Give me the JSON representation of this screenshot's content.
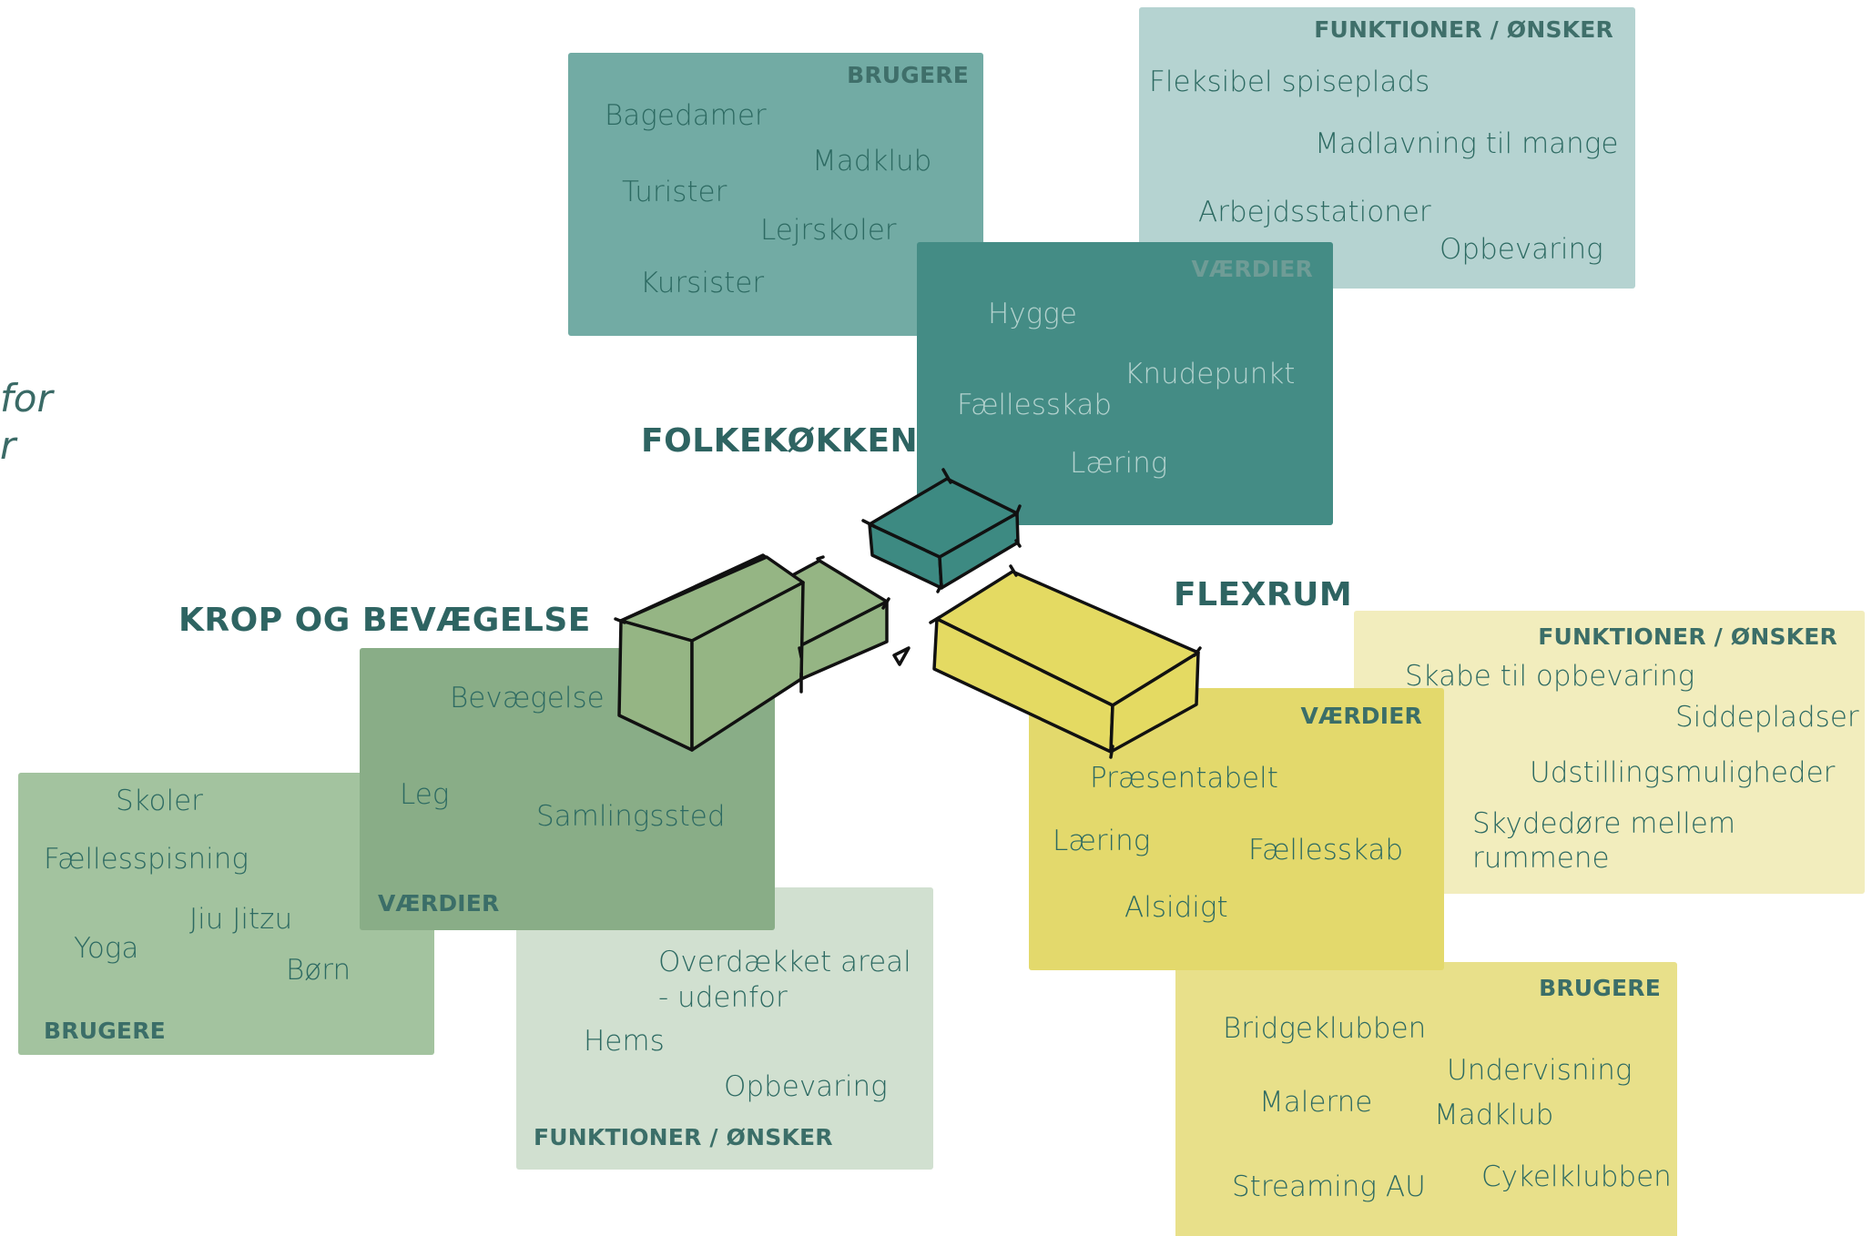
{
  "edge_text": [
    "for",
    "r"
  ],
  "groups": {
    "folkekokken": {
      "title": "FOLKEKØKKEN",
      "brugere": {
        "header": "BRUGERE",
        "color": "#72aba4",
        "items": [
          "Bagedamer",
          "Madklub",
          "Turister",
          "Lejrskoler",
          "Kursister"
        ]
      },
      "funktioner": {
        "header": "FUNKTIONER / ØNSKER",
        "color": "#b5d3d1",
        "items": [
          "Fleksibel spiseplads",
          "Madlavning til mange",
          "Arbejdsstationer",
          "Opbevaring"
        ]
      },
      "vaerdier": {
        "header": "VÆRDIER",
        "color": "#448c85",
        "items": [
          "Hygge",
          "Knudepunkt",
          "Fællesskab",
          "Læring"
        ]
      }
    },
    "krop": {
      "title": "KROP OG BEVÆGELSE",
      "vaerdier": {
        "header": "VÆRDIER",
        "color": "#89ad87",
        "items": [
          "Bevægelse",
          "Leg",
          "Samlingssted"
        ]
      },
      "brugere": {
        "header": "BRUGERE",
        "color": "#a3c39f",
        "items": [
          "Skoler",
          "Fællesspisning",
          "Jiu Jitzu",
          "Yoga",
          "Børn"
        ]
      },
      "funktioner": {
        "header": "FUNKTIONER / ØNSKER",
        "color": "#d1e0d0",
        "items": [
          "Overdækket areal",
          "- udenfor",
          "Hems",
          "Opbevaring"
        ]
      }
    },
    "flexrum": {
      "title": "FLEXRUM",
      "funktioner": {
        "header": "FUNKTIONER / ØNSKER",
        "color": "#f2edbd",
        "items": [
          "Skabe til opbevaring",
          "Siddepladser",
          "Udstillingsmuligheder",
          "Skydedøre mellem",
          "rummene"
        ]
      },
      "vaerdier": {
        "header": "VÆRDIER",
        "color": "#e3d96c",
        "items": [
          "Præsentabelt",
          "Læring",
          "Fællesskab",
          "Alsidigt"
        ]
      },
      "brugere": {
        "header": "BRUGERE",
        "color": "#e8e08a",
        "items": [
          "Bridgeklubben",
          "Undervisning",
          "Malerne",
          "Madklub",
          "Streaming AU",
          "Cykelklubben"
        ]
      }
    }
  },
  "sketch_colors": {
    "folkekokken_box": "#3d8a82",
    "krop_box": "#95b584",
    "flexrum_box": "#e4da62",
    "outline": "#111111"
  }
}
